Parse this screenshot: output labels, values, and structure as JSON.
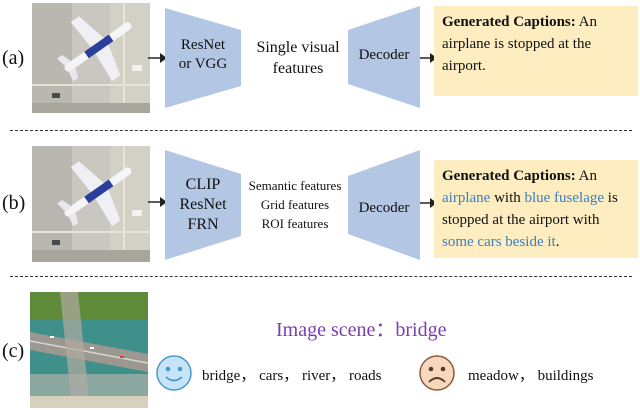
{
  "panels": {
    "a": {
      "label": "(a)",
      "encoder": [
        "ResNet",
        "or VGG"
      ],
      "features": [
        "Single visual",
        "features"
      ],
      "decoder": "Decoder",
      "caption": {
        "heading": "Generated Captions:",
        "text": " An airplane is stopped at the airport."
      }
    },
    "b": {
      "label": "(b)",
      "encoder": [
        "CLIP",
        "ResNet",
        "FRN"
      ],
      "features": [
        "Semantic features",
        "Grid features",
        "ROI features"
      ],
      "decoder": "Decoder",
      "caption": {
        "heading": "Generated Captions:",
        "p1": " An ",
        "h1": "airplane",
        "p2": " with ",
        "h2": "blue fuselage",
        "p3": " is stopped at the airport with ",
        "h3": "some cars beside it",
        "p4": "."
      }
    },
    "c": {
      "label": "(c)",
      "scene": "Image scene：bridge",
      "positive_keywords": "bridge， cars， river， roads",
      "negative_keywords": "meadow， buildings",
      "happy_face": "happy-face-icon",
      "sad_face": "sad-face-icon"
    }
  },
  "colors": {
    "trapezoid": "#b3c6e4",
    "caption_bg": "#fdedc0",
    "highlight": "#3a7fc1",
    "scene": "#7a3fa8",
    "happy_face": "#c6e3f7",
    "sad_face": "#f7d8be"
  }
}
